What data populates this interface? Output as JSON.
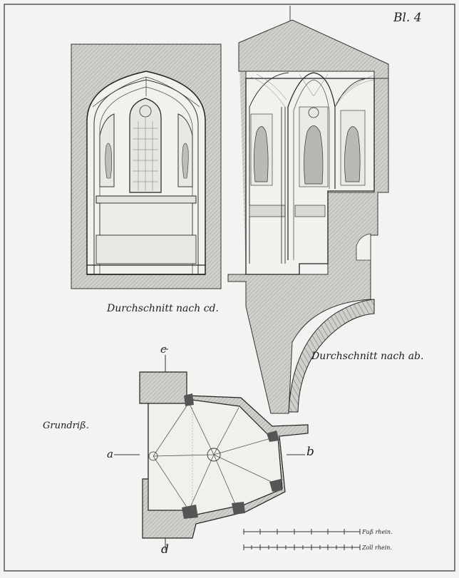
{
  "plate": {
    "number": "Bl. 4"
  },
  "captions": {
    "section_cd": "Durchschnitt nach cd.",
    "section_ab": "Durchschnitt nach ab.",
    "plan": "Grundriß."
  },
  "plan_marks": {
    "a": "a",
    "b": "b",
    "c": "c",
    "d": "d"
  },
  "scales": {
    "feet": "Fuß rhein.",
    "inches": "Zoll rhein."
  },
  "colors": {
    "paper": "#f3f3f1",
    "ink": "#2a2a2a",
    "hatch": "#c9c9c6"
  }
}
